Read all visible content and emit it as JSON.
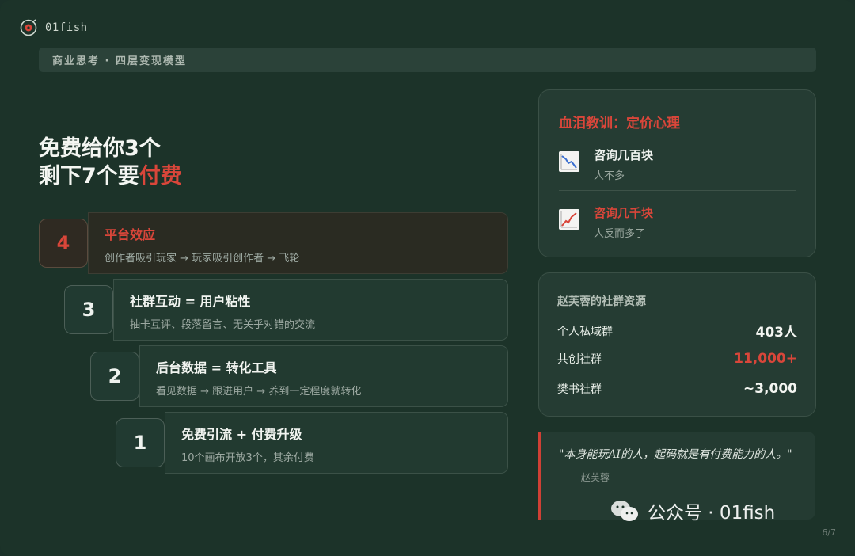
{
  "brand": {
    "name": "01fish"
  },
  "section": {
    "title": "商业思考 · 四层变现模型"
  },
  "headline": {
    "line1": "免费给你3个",
    "line2_prefix": "剩下7个要",
    "line2_accent": "付费"
  },
  "tiers": [
    {
      "number": "4",
      "title": "平台效应",
      "desc": "创作者吸引玩家 → 玩家吸引创作者 → 飞轮"
    },
    {
      "number": "3",
      "title": "社群互动 = 用户粘性",
      "desc": "抽卡互评、段落留言、无关乎对错的交流"
    },
    {
      "number": "2",
      "title": "后台数据 = 转化工具",
      "desc": "看见数据 → 跟进用户 → 养到一定程度就转化"
    },
    {
      "number": "1",
      "title": "免费引流 + 付费升级",
      "desc": "10个画布开放3个，其余付费"
    }
  ],
  "lesson": {
    "title": "血泪教训：定价心理",
    "rows": [
      {
        "icon": "chart-down-icon",
        "title": "咨询几百块",
        "sub": "人不多"
      },
      {
        "icon": "chart-up-icon",
        "title": "咨询几千块",
        "sub": "人反而多了"
      }
    ]
  },
  "community": {
    "title": "赵芙蓉的社群资源",
    "rows": [
      {
        "label": "个人私域群",
        "value": "403人"
      },
      {
        "label": "共创社群",
        "value": "11,000+"
      },
      {
        "label": "樊书社群",
        "value": "~3,000"
      }
    ]
  },
  "quote": {
    "text": "\"本身能玩AI的人，起码就是有付费能力的人。\"",
    "author": "—— 赵芙蓉"
  },
  "watermark": {
    "text": "公众号 · 01fish"
  },
  "page": {
    "number": "6/7"
  },
  "colors": {
    "background": "#1c3329",
    "accent": "#d9463a",
    "card": "#223a30"
  }
}
